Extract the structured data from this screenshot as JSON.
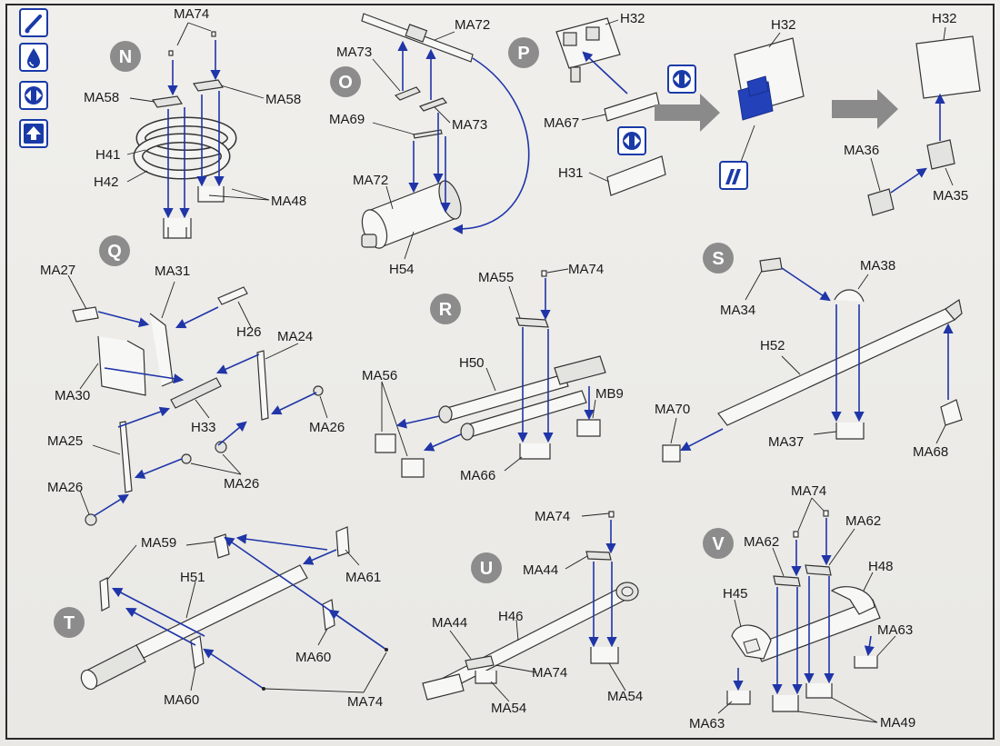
{
  "legend_icons": [
    {
      "name": "paint-icon"
    },
    {
      "name": "glue-icon"
    },
    {
      "name": "option-icon"
    },
    {
      "name": "assembly-icon"
    }
  ],
  "steps": [
    {
      "letter": "N"
    },
    {
      "letter": "O"
    },
    {
      "letter": "P"
    },
    {
      "letter": "Q"
    },
    {
      "letter": "R"
    },
    {
      "letter": "S"
    },
    {
      "letter": "T"
    },
    {
      "letter": "U"
    },
    {
      "letter": "V"
    }
  ],
  "labels": {
    "n": [
      "MA74",
      "MA58",
      "MA58",
      "H41",
      "H42",
      "MA48"
    ],
    "o": [
      "MA72",
      "MA73",
      "MA73",
      "MA69",
      "MA72",
      "H54"
    ],
    "p": [
      "H32",
      "MA67",
      "H31",
      "H32",
      "H32",
      "MA36",
      "MA35"
    ],
    "q": [
      "MA27",
      "MA31",
      "H26",
      "MA24",
      "MA30",
      "H33",
      "MA26",
      "MA25",
      "MA26",
      "MA26"
    ],
    "r": [
      "MA55",
      "MA74",
      "H50",
      "MA56",
      "MB9",
      "MA66"
    ],
    "s": [
      "MA34",
      "MA38",
      "H52",
      "MA70",
      "MA37",
      "MA68"
    ],
    "t": [
      "MA59",
      "H51",
      "MA61",
      "MA60",
      "MA60",
      "MA74"
    ],
    "u": [
      "MA74",
      "MA44",
      "MA44",
      "H46",
      "MA74",
      "MA54",
      "MA54"
    ],
    "v": [
      "MA74",
      "MA62",
      "MA62",
      "H48",
      "H45",
      "MA63",
      "MA63",
      "MA49"
    ]
  }
}
